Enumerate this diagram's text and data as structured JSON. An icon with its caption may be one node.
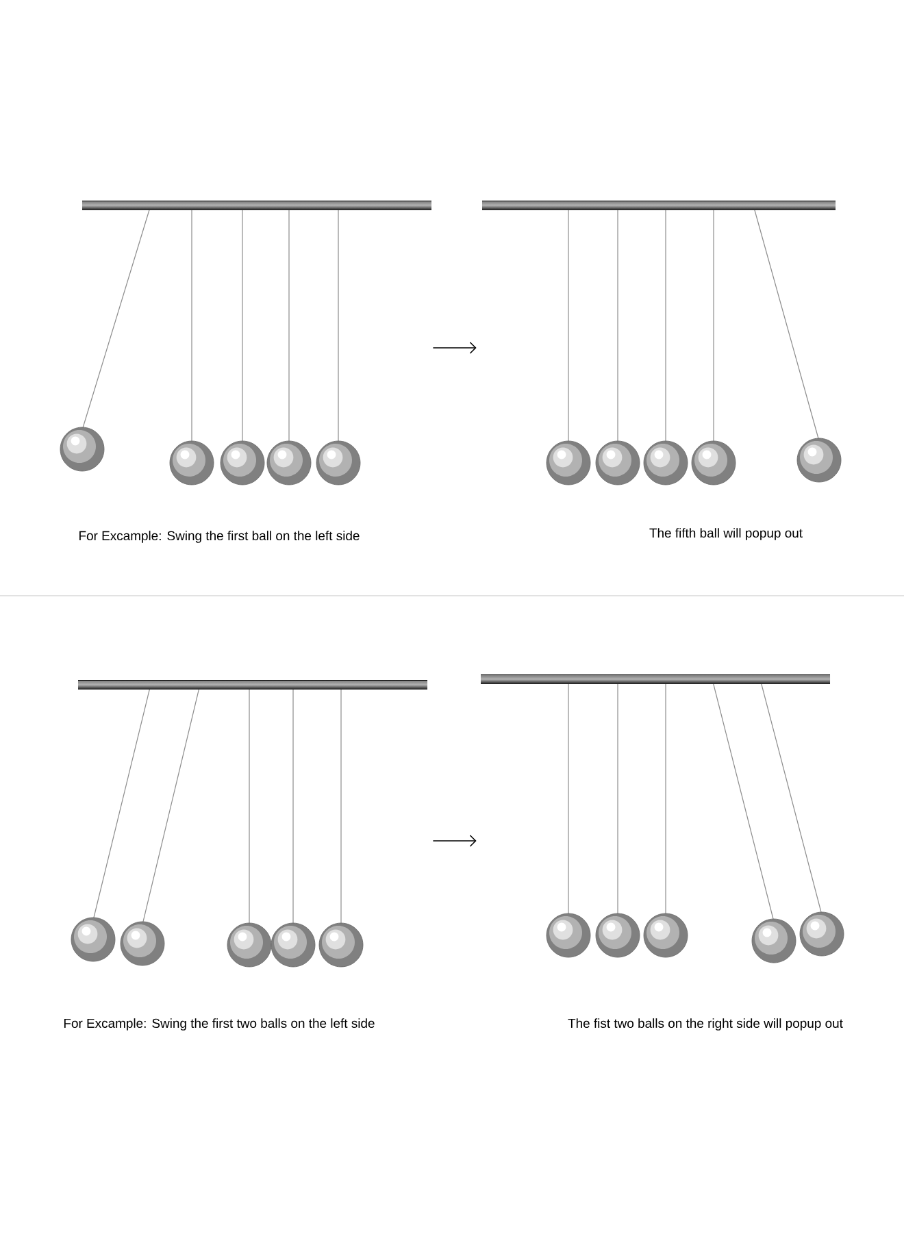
{
  "diagram": {
    "nodes": [
      {
        "text": [],
        "shape": "picture"
      },
      {
        "text": [],
        "shape": "picture"
      },
      {
        "text": [],
        "shape": "picture"
      },
      {
        "text": [],
        "shape": "picture"
      }
    ],
    "edges": [
      {
        "from": 0,
        "to": 1,
        "arrow": "to"
      },
      {
        "from": 2,
        "to": 3,
        "arrow": "to"
      }
    ],
    "labels": [
      "For Excample: Swing the first ball on the left side",
      "The fifth ball will popup out",
      "For Excample: Swing the first two balls on the left side",
      "The fist two balls on the right side will popup out"
    ]
  }
}
